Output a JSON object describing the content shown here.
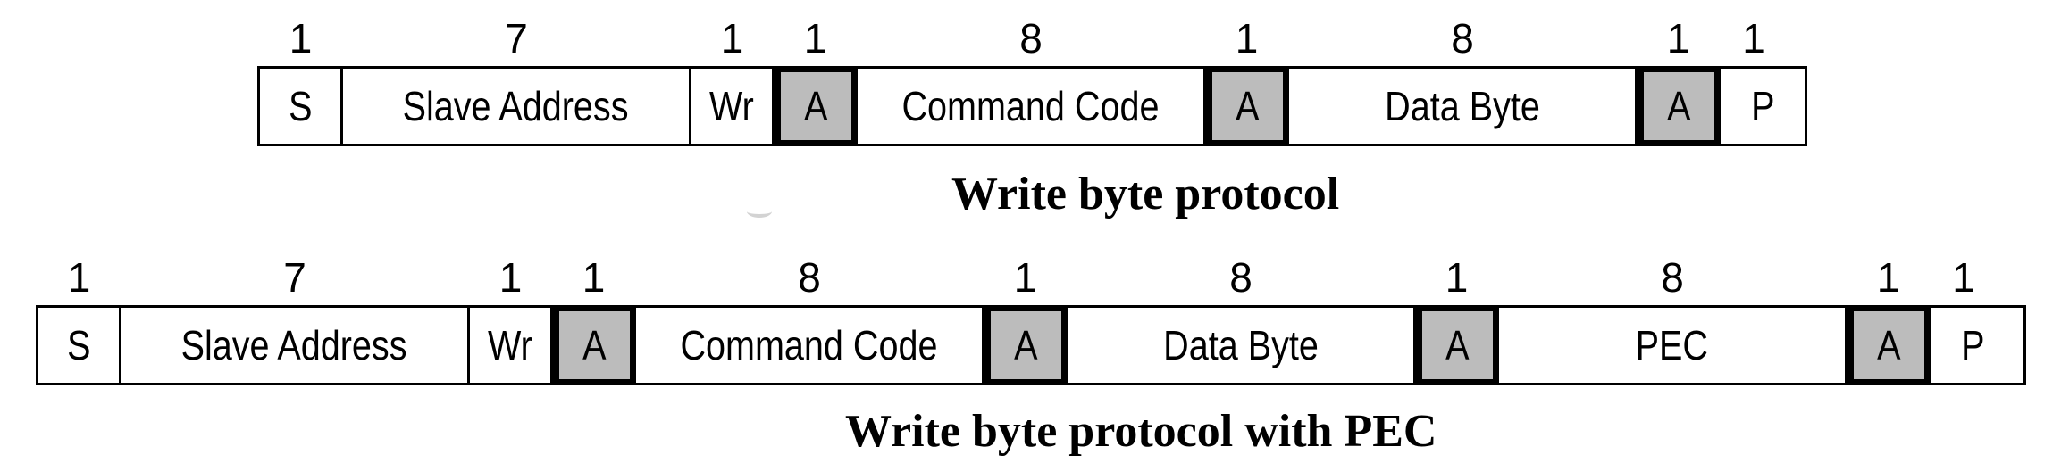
{
  "protocols": [
    {
      "caption": "Write byte protocol",
      "fields": [
        {
          "label": "S",
          "bits": "1",
          "ack": false
        },
        {
          "label": "Slave Address",
          "bits": "7",
          "ack": false
        },
        {
          "label": "Wr",
          "bits": "1",
          "ack": false
        },
        {
          "label": "A",
          "bits": "1",
          "ack": true
        },
        {
          "label": "Command Code",
          "bits": "8",
          "ack": false
        },
        {
          "label": "A",
          "bits": "1",
          "ack": true
        },
        {
          "label": "Data Byte",
          "bits": "8",
          "ack": false
        },
        {
          "label": "A",
          "bits": "1",
          "ack": true
        },
        {
          "label": "P",
          "bits": "1",
          "ack": false
        }
      ]
    },
    {
      "caption": "Write byte protocol with PEC",
      "fields": [
        {
          "label": "S",
          "bits": "1",
          "ack": false
        },
        {
          "label": "Slave Address",
          "bits": "7",
          "ack": false
        },
        {
          "label": "Wr",
          "bits": "1",
          "ack": false
        },
        {
          "label": "A",
          "bits": "1",
          "ack": true
        },
        {
          "label": "Command Code",
          "bits": "8",
          "ack": false
        },
        {
          "label": "A",
          "bits": "1",
          "ack": true
        },
        {
          "label": "Data Byte",
          "bits": "8",
          "ack": false
        },
        {
          "label": "A",
          "bits": "1",
          "ack": true
        },
        {
          "label": "PEC",
          "bits": "8",
          "ack": false
        },
        {
          "label": "A",
          "bits": "1",
          "ack": true
        },
        {
          "label": "P",
          "bits": "1",
          "ack": false
        }
      ]
    }
  ],
  "colors": {
    "ack_fill": "#bcbcbc",
    "border": "#000000",
    "background": "#ffffff"
  }
}
